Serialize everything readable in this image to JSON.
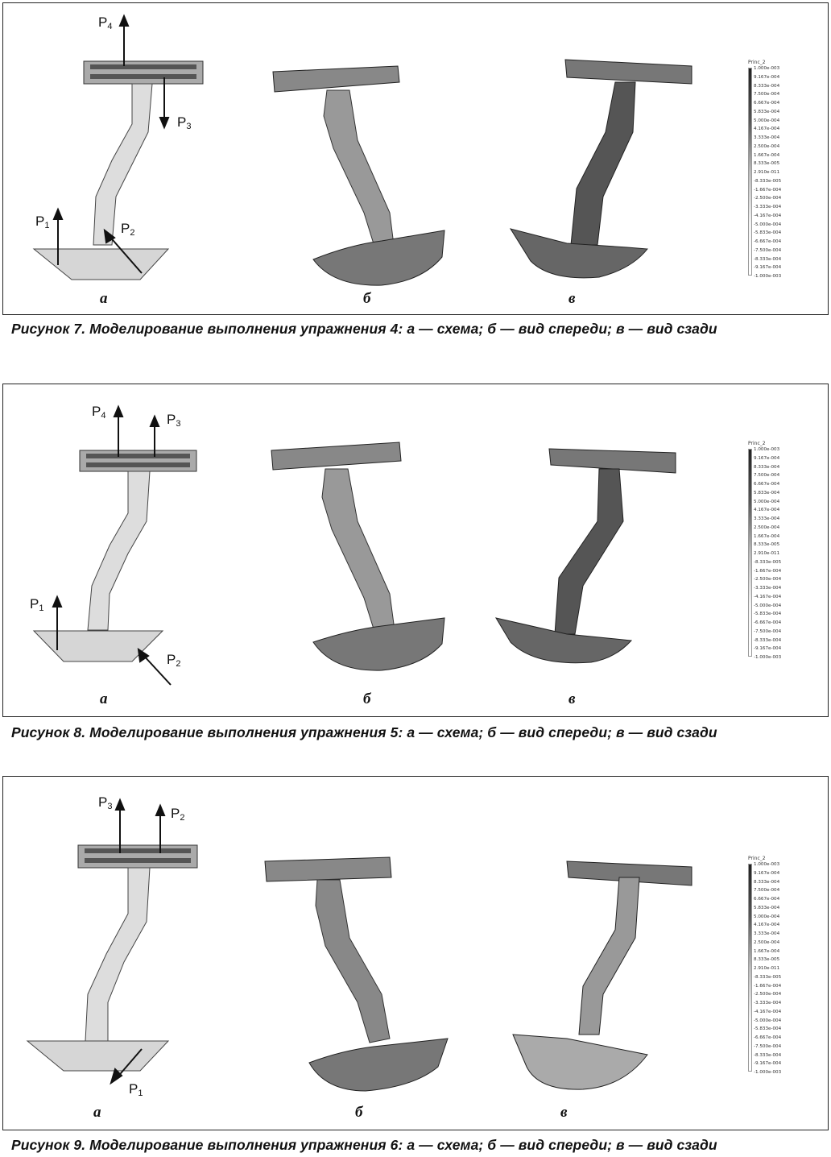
{
  "figures": [
    {
      "caption": "Рисунок 7. Моделирование выполнения упражнения 4: а — схема; б — вид спереди; в — вид сзади",
      "panel_labels": [
        "а",
        "б",
        "в"
      ],
      "forces": [
        {
          "name": "P",
          "sub": "4"
        },
        {
          "name": "P",
          "sub": "3"
        },
        {
          "name": "P",
          "sub": "1"
        },
        {
          "name": "P",
          "sub": "2"
        }
      ]
    },
    {
      "caption": "Рисунок 8. Моделирование выполнения упражнения 5: а — схема; б — вид спереди; в — вид сзади",
      "panel_labels": [
        "а",
        "б",
        "в"
      ],
      "forces": [
        {
          "name": "P",
          "sub": "4"
        },
        {
          "name": "P",
          "sub": "3"
        },
        {
          "name": "P",
          "sub": "1"
        },
        {
          "name": "P",
          "sub": "2"
        }
      ]
    },
    {
      "caption": "Рисунок 9. Моделирование выполнения упражнения 6: а — схема; б — вид спереди; в — вид сзади",
      "panel_labels": [
        "а",
        "б",
        "в"
      ],
      "forces": [
        {
          "name": "P",
          "sub": "3"
        },
        {
          "name": "P",
          "sub": "2"
        },
        {
          "name": "P",
          "sub": "1"
        }
      ]
    }
  ],
  "legend": {
    "title": "Princ_2",
    "values": [
      "1.000e-003",
      "9.167e-004",
      "8.333e-004",
      "7.500e-004",
      "6.667e-004",
      "5.833e-004",
      "5.000e-004",
      "4.167e-004",
      "3.333e-004",
      "2.500e-004",
      "1.667e-004",
      "8.333e-005",
      "2.910e-011",
      "-8.333e-005",
      "-1.667e-004",
      "-2.500e-004",
      "-3.333e-004",
      "-4.167e-004",
      "-5.000e-004",
      "-5.833e-004",
      "-6.667e-004",
      "-7.500e-004",
      "-8.333e-004",
      "-9.167e-004",
      "-1.000e-003"
    ]
  }
}
